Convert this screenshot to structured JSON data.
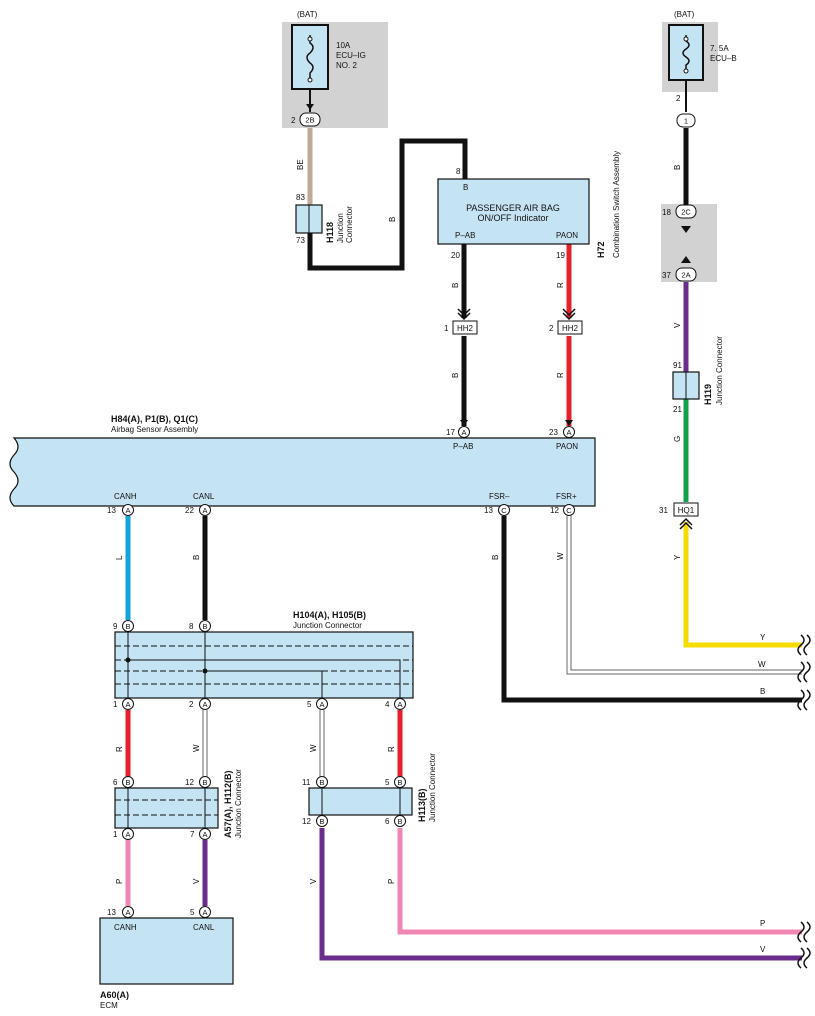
{
  "labels": {
    "bat1": "(BAT)",
    "bat2": "(BAT)",
    "fuse1_l1": "10A",
    "fuse1_l2": "ECU–IG",
    "fuse1_l3": "NO. 2",
    "fuse2_l1": "7. 5A",
    "fuse2_l2": "ECU–B",
    "h118_id": "H118",
    "h118_l1": "Junction",
    "h118_l2": "Connector",
    "h72_id": "H72",
    "h72_name": "Combination Switch Assembly",
    "indicator_l1": "PASSENGER AIR BAG",
    "indicator_l2": "ON/OFF Indicator",
    "h119_id": "H119",
    "h119_name": "Junction Connector",
    "airbag_id": "H84(A), P1(B), Q1(C)",
    "airbag_name": "Airbag Sensor Assembly",
    "h104_id": "H104(A), H105(B)",
    "h104_name": "Junction Connector",
    "a57_id": "A57(A), H112(B)",
    "a57_name": "Junction Connector",
    "h113_id": "H113(B)",
    "h113_name": "Junction Connector",
    "a60_id": "A60(A)",
    "a60_name": "ECM",
    "sig_pab": "P–AB",
    "sig_paon": "PAON",
    "sig_canh": "CANH",
    "sig_canl": "CANL",
    "sig_fsrm": "FSR–",
    "sig_fsrp": "FSR+",
    "hh2_a": "HH2",
    "hh2_b": "HH2",
    "hq1": "HQ1",
    "b_letter": "B"
  },
  "pins": {
    "p2": "2",
    "p2b": "2B",
    "p83": "83",
    "p73": "73",
    "p8": "8",
    "p20": "20",
    "p19": "19",
    "p1_hh2": "1",
    "p2_hh2": "2",
    "p17": "17",
    "pA_17": "A",
    "p23": "23",
    "pA_23": "A",
    "p13a": "13",
    "pA_13": "A",
    "p22": "22",
    "pA_22": "A",
    "p13c": "13",
    "pC_13": "C",
    "p12c": "12",
    "pC_12": "C",
    "p9": "9",
    "pB_9": "B",
    "p8b": "8",
    "pB_8": "B",
    "p1": "1",
    "pA_1": "A",
    "p2a": "2",
    "pA_2": "A",
    "p5a": "5",
    "pA_5": "A",
    "p4": "4",
    "pA_4": "A",
    "p6": "6",
    "pB_6": "B",
    "p12b": "12",
    "pB_12": "B",
    "p11": "11",
    "pB_11": "B",
    "p5b": "5",
    "pB_5": "B",
    "p1l": "1",
    "pA_1l": "A",
    "p7": "7",
    "pA_7": "A",
    "p12l": "12",
    "pB_12l": "B",
    "p6l": "6",
    "pB_6l": "B",
    "p13e": "13",
    "pA_13e": "A",
    "p5e": "5",
    "pA_5e": "A",
    "pr2": "2",
    "pr1": "1",
    "p18": "18",
    "p2c": "2C",
    "p37": "37",
    "p2a_r": "2A",
    "p91": "91",
    "p21": "21",
    "p31": "31"
  },
  "wires": {
    "be": "BE",
    "b1": "B",
    "b2": "B",
    "b3": "B",
    "r1": "R",
    "r2": "R",
    "b_fsr": "B",
    "w_fsr": "W",
    "l": "L",
    "b_canl": "B",
    "r3": "R",
    "w1": "W",
    "w2": "W",
    "r4": "R",
    "p1": "P",
    "v1": "V",
    "v2": "V",
    "p2": "P",
    "b_right": "B",
    "v_right": "V",
    "g": "G",
    "y": "Y",
    "y_out": "Y",
    "w_out": "W",
    "b_out": "B",
    "p_out": "P",
    "v_out": "V"
  },
  "colors": {
    "black": "#111111",
    "tan": "#bda89a",
    "red": "#e4202a",
    "blue": "#16a2dc",
    "pink": "#f086b4",
    "purple": "#6a2d8e",
    "green": "#12a14b",
    "yellow": "#f5dc00",
    "box": "#c4e4f4",
    "shade": "#d2d2d2"
  }
}
